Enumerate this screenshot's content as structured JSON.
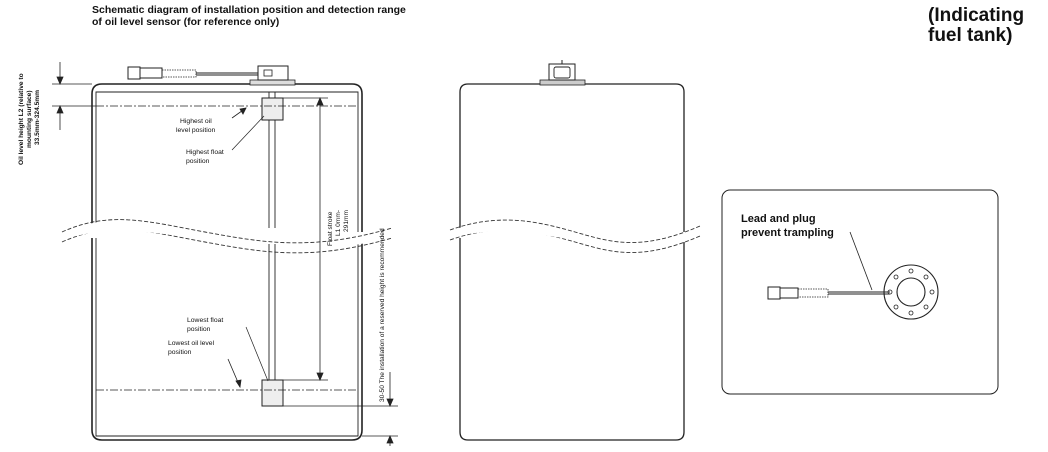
{
  "title": {
    "line1": "Schematic diagram of installation position and detection range",
    "line2": "of oil level sensor (for reference only)"
  },
  "corner_note": {
    "line1": "(Indicating",
    "line2": "fuel tank)"
  },
  "labels": {
    "oil_height_l2_line1": "Oil level height L2 (relative to",
    "oil_height_l2_line2": "mounting surface)",
    "oil_height_l2_line3": "33.5mm-324.5mm",
    "highest_oil_line1": "Highest oil",
    "highest_oil_line2": "level position",
    "highest_float_line1": "Highest float",
    "highest_float_line2": "position",
    "lowest_float_line1": "Lowest float",
    "lowest_float_line2": "position",
    "lowest_oil_line1": "Lowest oil level",
    "lowest_oil_line2": "position",
    "float_stroke_line1": "Float stroke",
    "float_stroke_line2": "L1 0mm-",
    "float_stroke_line3": "291mm",
    "reserved_height": "30-50 The installation of a reserved height is recommended",
    "lead_plug_line1": "Lead and plug",
    "lead_plug_line2": "prevent trampling"
  }
}
